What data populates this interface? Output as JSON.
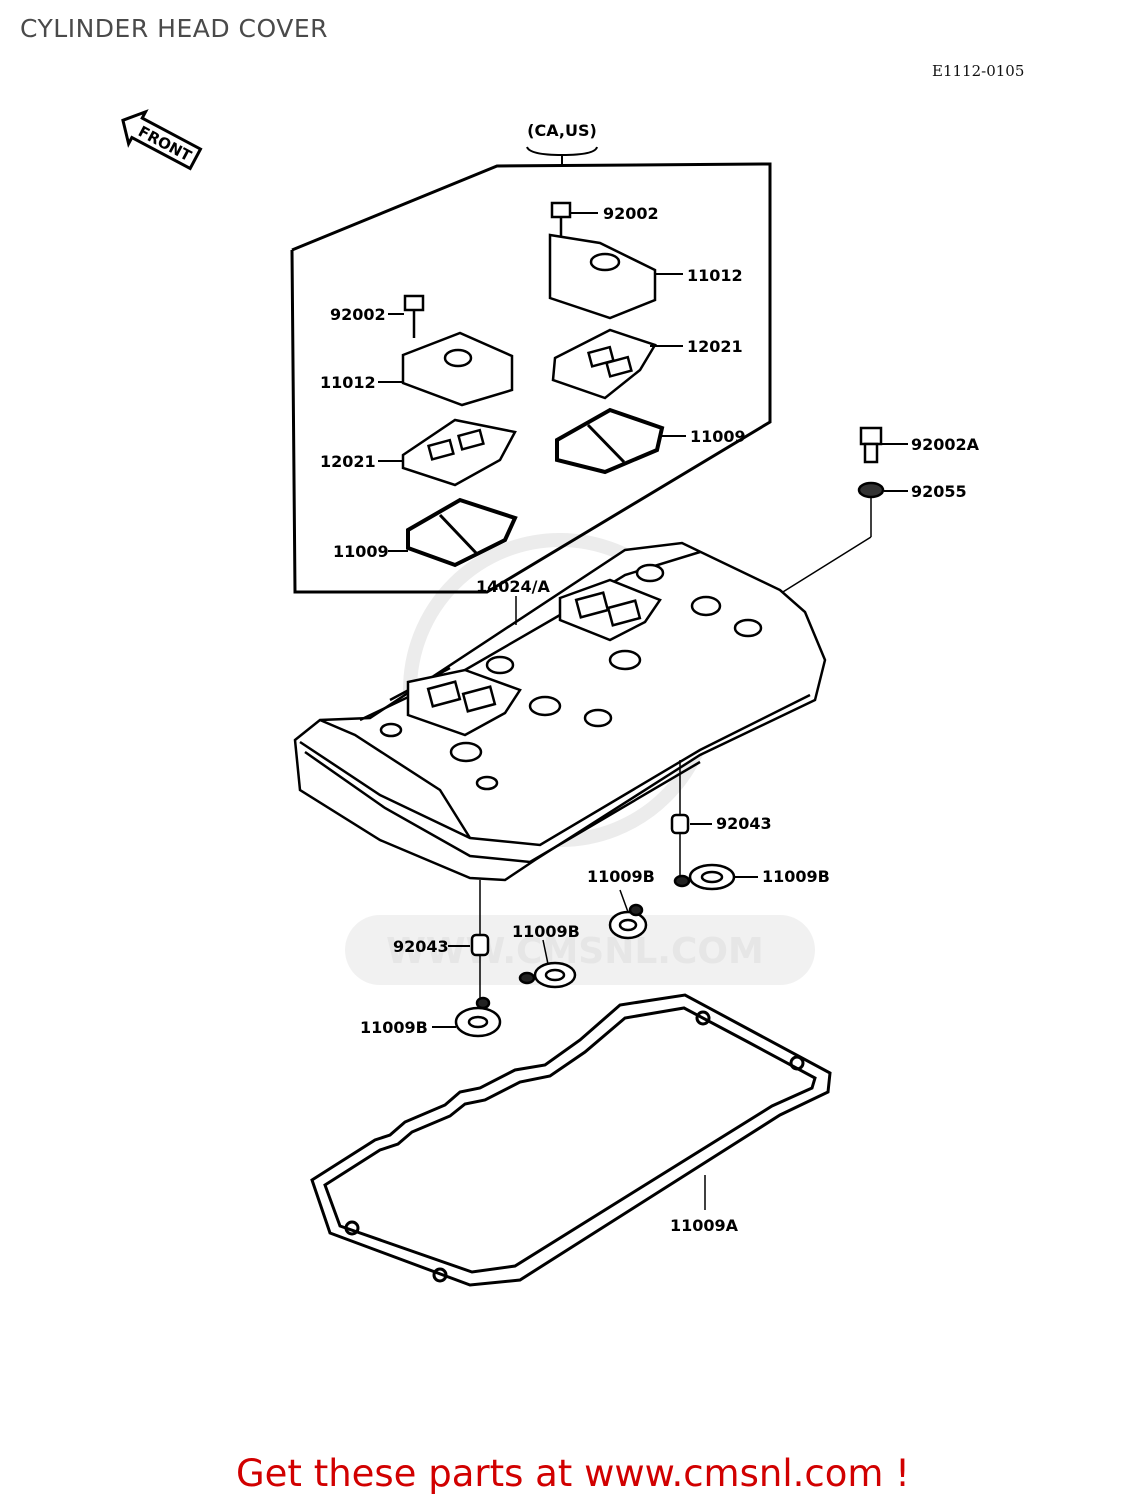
{
  "title": "CYLINDER HEAD COVER",
  "diagram_code": "E1112-0105",
  "front_arrow": "FRONT",
  "variant_group": "(CA,US)",
  "watermark": "WWW.CMSNL.COM",
  "parts": {
    "bolt_inner_right": "92002",
    "plate_inner_right": "11012",
    "screen_inner_right": "12021",
    "gasket_inner_right": "11009",
    "bolt_inner_left": "92002",
    "plate_inner_left": "11012",
    "screen_inner_left": "12021",
    "gasket_inner_left": "11009",
    "bolt_cover": "92002A",
    "washer_cover": "92055",
    "head_cover": "14024/A",
    "dowel_right": "92043",
    "grommet_right_a": "11009B",
    "grommet_right_b": "11009B",
    "dowel_left": "92043",
    "grommet_left_a": "11009B",
    "grommet_left_b": "11009B",
    "cover_gasket": "11009A"
  },
  "footer": "Get these parts at www.cmsnl.com !",
  "colors": {
    "footer": "#d10000",
    "line": "#000000",
    "watermark": "#e6e6e6"
  }
}
